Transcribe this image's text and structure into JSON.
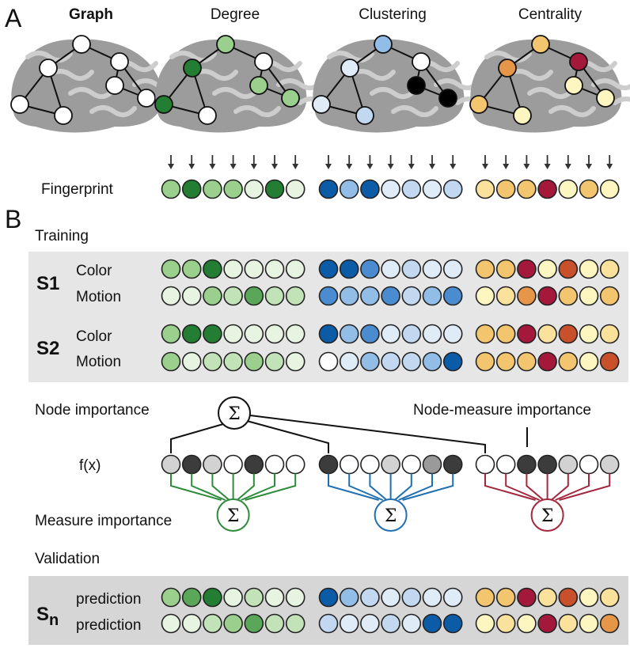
{
  "panels": {
    "a": "A",
    "b": "B"
  },
  "columns": [
    "Graph",
    "Degree",
    "Clustering",
    "Centrality"
  ],
  "fingerprint_label": "Fingerprint",
  "training": {
    "label": "Training",
    "subjects": [
      {
        "id": "S1",
        "rows": [
          "Color",
          "Motion"
        ]
      },
      {
        "id": "S2",
        "rows": [
          "Color",
          "Motion"
        ]
      }
    ]
  },
  "node_importance_label": "Node importance",
  "node_measure_importance_label": "Node-measure importance",
  "fx_label": "f(x)",
  "measure_importance_label": "Measure importance",
  "sigma": "Σ",
  "validation": {
    "label": "Validation",
    "subject_main": "S",
    "subject_sub": "n",
    "rows": [
      "prediction",
      "prediction"
    ]
  },
  "colors": {
    "degree": [
      "#ffffff",
      "#e6f4e1",
      "#c2e2b8",
      "#9acf8d",
      "#5aa75a",
      "#237d32"
    ],
    "clustering": [
      "#ffffff",
      "#e0ebf8",
      "#c2d8f1",
      "#92bde7",
      "#4a8ccf",
      "#0c5ba6"
    ],
    "centrality": [
      "#ffffff",
      "#fdf6c0",
      "#fae29c",
      "#f3c56e",
      "#e59648",
      "#c8502a",
      "#a4183b"
    ],
    "gray": [
      "#ffffff",
      "#d2d2d2",
      "#9a9a9a",
      "#3c3c3c"
    ],
    "green_line": "#2e8b3c",
    "blue_line": "#1f6fb2",
    "red_line": "#a3283e"
  },
  "brain_graph": {
    "degree_nodes": [
      3,
      5,
      0,
      5,
      0,
      3,
      3
    ],
    "clustering_nodes": [
      3,
      1,
      0,
      1,
      2,
      6,
      6
    ],
    "centrality_nodes": [
      3,
      4,
      6,
      3,
      1,
      1,
      1
    ]
  },
  "fingerprint": {
    "degree": [
      3,
      5,
      3,
      3,
      1,
      5,
      1
    ],
    "clustering": [
      5,
      3,
      5,
      1,
      2,
      1,
      2
    ],
    "centrality": [
      2,
      3,
      3,
      6,
      1,
      3,
      1
    ]
  },
  "training_rows": [
    {
      "degree": [
        3,
        3,
        5,
        1,
        1,
        1,
        1
      ],
      "clustering": [
        5,
        5,
        4,
        1,
        2,
        1,
        1
      ],
      "centrality": [
        3,
        3,
        6,
        1,
        5,
        1,
        2
      ]
    },
    {
      "degree": [
        1,
        1,
        3,
        2,
        4,
        2,
        2
      ],
      "clustering": [
        4,
        3,
        3,
        4,
        2,
        3,
        4
      ],
      "centrality": [
        1,
        2,
        4,
        6,
        3,
        1,
        3
      ]
    },
    {
      "degree": [
        3,
        5,
        5,
        1,
        1,
        1,
        1
      ],
      "clustering": [
        5,
        3,
        4,
        1,
        2,
        1,
        1
      ],
      "centrality": [
        3,
        3,
        6,
        2,
        5,
        1,
        2
      ]
    },
    {
      "degree": [
        3,
        1,
        2,
        2,
        3,
        2,
        1
      ],
      "clustering": [
        0,
        1,
        3,
        2,
        2,
        3,
        5
      ],
      "centrality": [
        3,
        3,
        3,
        6,
        3,
        1,
        5
      ]
    }
  ],
  "fx_values": {
    "degree": [
      1,
      3,
      1,
      0,
      3,
      0,
      0
    ],
    "clustering": [
      3,
      0,
      0,
      1,
      0,
      2,
      3
    ],
    "centrality": [
      0,
      0,
      3,
      3,
      1,
      0,
      1
    ]
  },
  "validation_rows": [
    {
      "degree": [
        3,
        4,
        5,
        1,
        2,
        1,
        1
      ],
      "clustering": [
        5,
        3,
        2,
        1,
        2,
        1,
        1
      ],
      "centrality": [
        3,
        3,
        6,
        2,
        5,
        1,
        2
      ]
    },
    {
      "degree": [
        1,
        1,
        2,
        3,
        4,
        2,
        2
      ],
      "clustering": [
        2,
        1,
        1,
        2,
        1,
        5,
        5
      ],
      "centrality": [
        1,
        2,
        1,
        6,
        2,
        1,
        4
      ]
    }
  ]
}
